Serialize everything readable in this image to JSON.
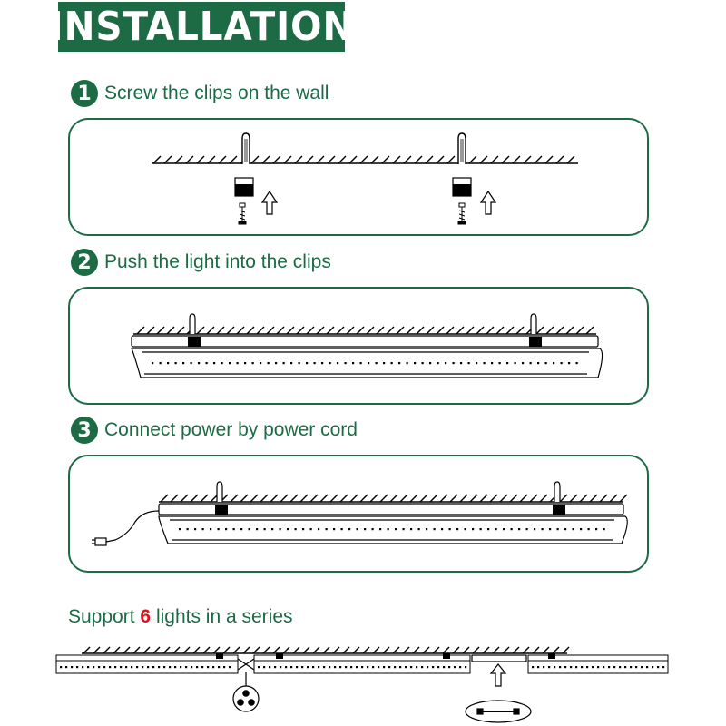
{
  "banner": {
    "title": "INSTALLATION"
  },
  "steps": [
    {
      "number": "1",
      "text": "Screw the clips on the wall"
    },
    {
      "number": "2",
      "text": "Push the light into the clips"
    },
    {
      "number": "3",
      "text": "Connect power by power cord"
    }
  ],
  "series": {
    "prefix": "Support",
    "count": "6",
    "suffix": "lights in a series"
  },
  "colors": {
    "brand_green": "#1d6b45",
    "accent_red": "#d8141d"
  },
  "icons": [
    "screw-icon",
    "clip-icon",
    "up-arrow-icon",
    "led-tube-icon",
    "power-cord-icon",
    "three-pin-connector-icon",
    "linking-cable-icon"
  ]
}
